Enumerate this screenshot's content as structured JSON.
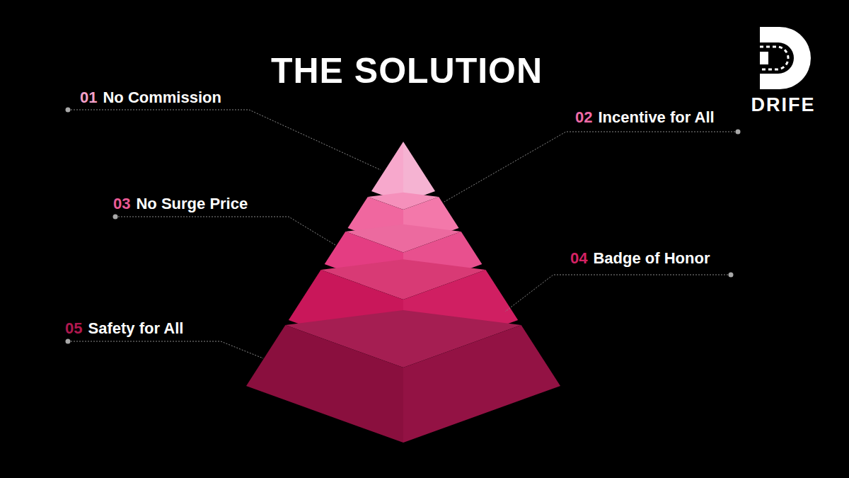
{
  "diagram": {
    "title": "THE SOLUTION",
    "labels": [
      "DRIFE",
      "01",
      "No Commission",
      "02",
      "Incentive for All",
      "03",
      "No Surge Price",
      "04",
      "Badge of Honor",
      "05",
      "Safety for All"
    ]
  }
}
